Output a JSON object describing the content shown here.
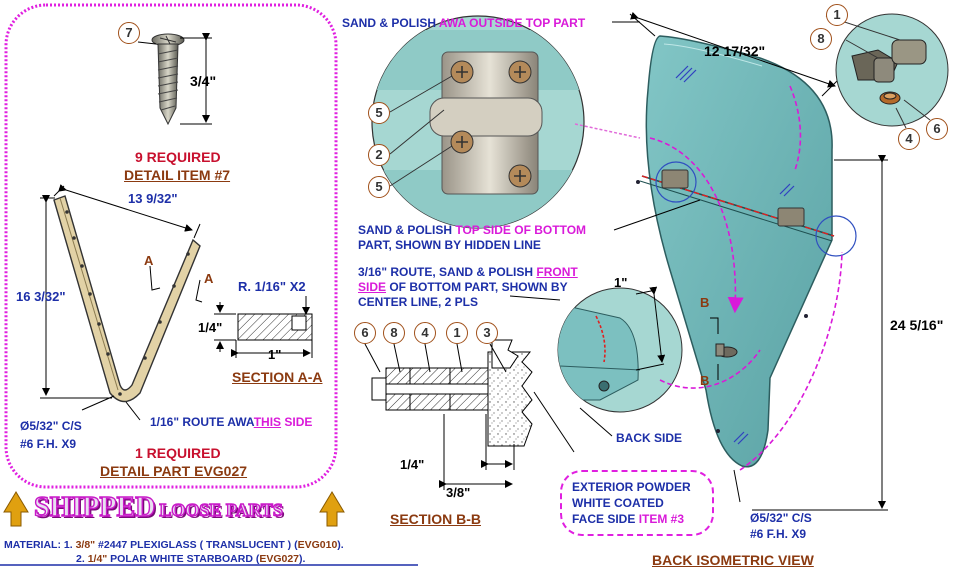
{
  "detail7": {
    "balloon": "7",
    "dim_length": "3/4\"",
    "qty": "9 REQUIRED",
    "title": "DETAIL ITEM #7"
  },
  "part": {
    "dim_width": "13 9/32\"",
    "dim_height": "16 3/32\"",
    "section_mark_a": "A",
    "cs_note_line1": "Ø5/32\" C/S",
    "cs_note_line2": "#6 F.H. X9",
    "route_note_prefix": "1/16\" ROUTE AWA",
    "route_note_emph": "THIS",
    "route_note_suffix": " SIDE",
    "qty": "1 REQUIRED",
    "title": "DETAIL PART EVG027"
  },
  "section_aa": {
    "radius_note": "R. 1/16\" X2",
    "dim_thickness": "1/4\"",
    "dim_width": "1\"",
    "title": "SECTION A-A"
  },
  "banner": {
    "text_big": "SHIPPED",
    "text_small": "LOOSE PARTS"
  },
  "material": {
    "line1_prefix": "MATERIAL: 1. ",
    "line1_qty": "3/8\"",
    "line1_mid": " #2447 PLEXIGLASS ( TRANSLUCENT ) (",
    "line1_code": "EVG010",
    "line1_end": ").",
    "line2_prefix": "2. ",
    "line2_qty": "1/4\"",
    "line2_mid": " POLAR WHITE STARBOARD (",
    "line2_code": "EVG027",
    "line2_end": ")."
  },
  "hinge_detail": {
    "balloons": [
      "5",
      "2",
      "5"
    ]
  },
  "notes": {
    "top_part_blue": "SAND & POLISH ",
    "top_part_mag": "AWA OUTSIDE TOP PART",
    "bottom_blue1": "SAND & POLISH ",
    "bottom_mag": "TOP SIDE OF BOTTOM",
    "bottom_line2": "PART, SHOWN BY HIDDEN LINE",
    "route_line1_blue": "3/16\" ROUTE, SAND & POLISH ",
    "route_line1_mag": "FRONT",
    "route_line2_mag": "SIDE",
    "route_line2_blue": " OF BOTTOM PART, SHOWN BY",
    "route_line3": "CENTER LINE, 2 PLS",
    "back_side": "BACK SIDE",
    "exterior_line1": "EXTERIOR POWDER",
    "exterior_line2": "WHITE COATED",
    "exterior_line3": "FACE SIDE ",
    "exterior_item": "ITEM #3"
  },
  "section_bb": {
    "balloons": [
      "6",
      "8",
      "4",
      "1",
      "3"
    ],
    "dim_1": "1/4\"",
    "dim_2": "3/8\"",
    "title": "SECTION B-B"
  },
  "iso": {
    "dim_width": "12 17/32\"",
    "dim_height": "24 5/16\"",
    "section_mark_b": "B",
    "detail_dim": "1\"",
    "cs_note_line1": "Ø5/32\" C/S",
    "cs_note_line2": "#6 F.H. X9",
    "title": "BACK ISOMETRIC VIEW"
  },
  "knob_detail": {
    "balloons": [
      "1",
      "8",
      "4",
      "6"
    ]
  },
  "colors": {
    "blue_text": "#1d2fa8",
    "magenta": "#d91ad9",
    "red_text": "#c8102e",
    "brown_text": "#8b3a10",
    "plexi": "#6fb8b8",
    "starboard": "#c8b07a"
  }
}
